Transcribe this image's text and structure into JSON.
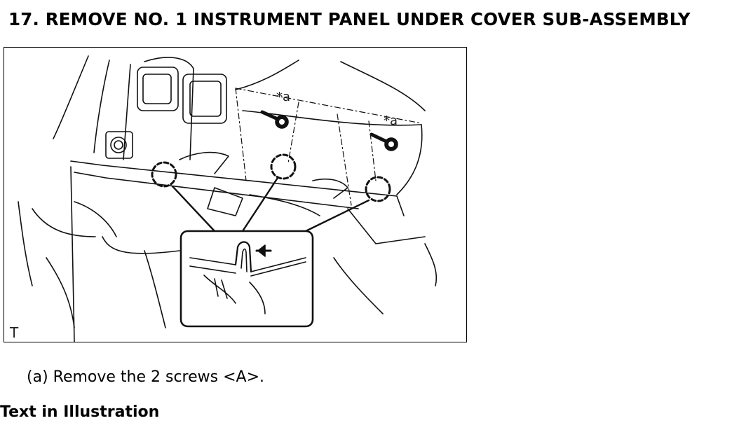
{
  "section": {
    "title": "17. REMOVE NO. 1 INSTRUMENT PANEL UNDER COVER SUB-ASSEMBLY"
  },
  "illustration": {
    "callouts": [
      "*a",
      "*a"
    ],
    "corner_mark": "T"
  },
  "steps": [
    {
      "text": "(a) Remove the 2 screws <A>."
    }
  ],
  "text_in_illustration": {
    "heading": "Text in Illustration"
  }
}
